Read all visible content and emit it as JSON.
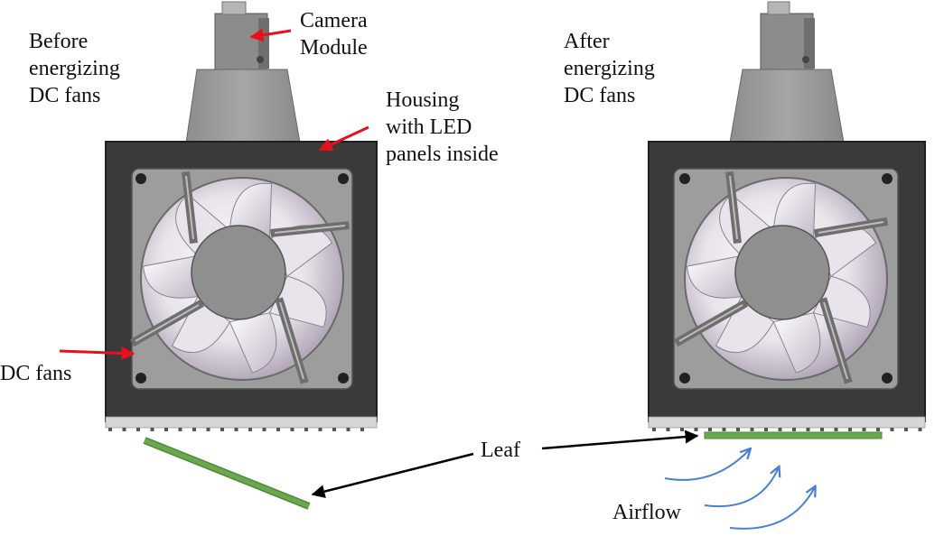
{
  "labels": {
    "before": [
      "Before",
      "energizing",
      "DC fans"
    ],
    "after": [
      "After",
      "energizing",
      "DC fans"
    ],
    "camera": [
      "Camera",
      "Module"
    ],
    "housing": [
      "Housing",
      "with LED",
      "panels inside"
    ],
    "dc_fans": "DC fans",
    "leaf": "Leaf",
    "airflow": "Airflow"
  },
  "colors": {
    "housing": "#3a3a3a",
    "housing_edge": "#1f1f1f",
    "hood": "#9a9a9a",
    "camera": "#8a8a8a",
    "fan_plate": "#9d9d9d",
    "blade_light": "#f2f2f4",
    "blade_shade": "#b9aebd",
    "leaf": "#6aa84f",
    "leaf_edge": "#4e8a36",
    "red_arrow": "#e8101a",
    "black_arrow": "#000000",
    "airflow": "#4a7fd6"
  },
  "icons": {
    "camera": "camera-module-icon",
    "fan": "dc-fan-icon",
    "leaf": "leaf-icon",
    "airflow": "airflow-arrow-icon"
  }
}
